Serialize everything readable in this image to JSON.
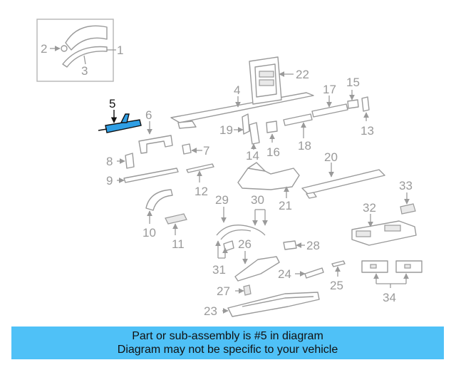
{
  "diagram": {
    "highlighted_part": "5",
    "callouts": [
      "1",
      "2",
      "3",
      "4",
      "5",
      "6",
      "7",
      "8",
      "9",
      "10",
      "11",
      "12",
      "13",
      "14",
      "15",
      "16",
      "17",
      "18",
      "19",
      "20",
      "21",
      "22",
      "23",
      "24",
      "25",
      "26",
      "27",
      "28",
      "29",
      "30",
      "31",
      "32",
      "33",
      "34"
    ]
  },
  "banner": {
    "line1": "Part or sub-assembly is #5 in diagram",
    "line2": "Diagram may not be specific to your vehicle"
  },
  "colors": {
    "banner_bg": "#4fc1f7",
    "highlight_fill": "#2f9fe5",
    "line_gray": "#9a9a9a"
  }
}
